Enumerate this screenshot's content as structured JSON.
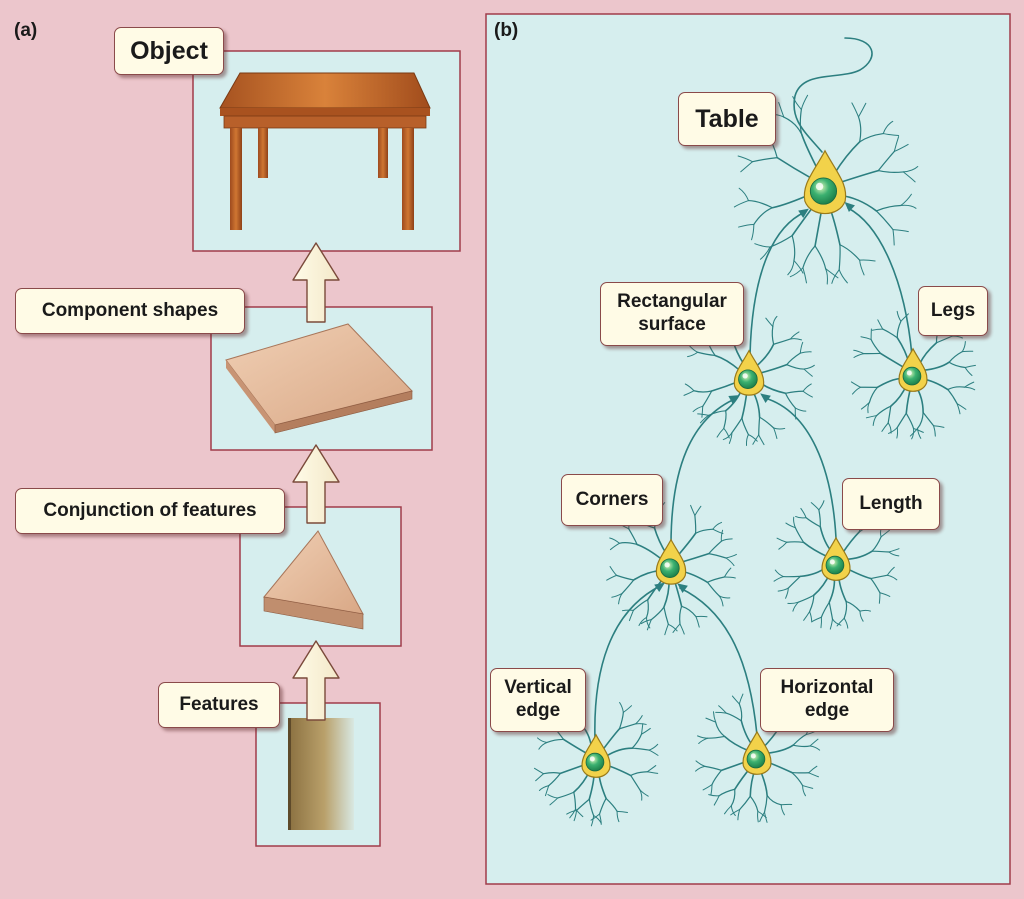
{
  "panels": {
    "a": "(a)",
    "b": "(b)"
  },
  "hierarchy": {
    "object": "Object",
    "component_shapes": "Component shapes",
    "conjunction": "Conjunction of features",
    "features": "Features"
  },
  "neurons": {
    "table": "Table",
    "rect_1": "Rectangular",
    "rect_2": "surface",
    "legs": "Legs",
    "corners": "Corners",
    "length": "Length",
    "vertical_1": "Vertical",
    "vertical_2": "edge",
    "horizontal_1": "Horizontal",
    "horizontal_2": "edge"
  },
  "colors": {
    "panel_a_bg": "#ecc6cc",
    "panel_b_bg": "#d6eeee",
    "box_bg": "#d6eeee",
    "frame": "#a03c4a",
    "neuron_stroke": "#2c7f80",
    "soma": "#f2d24a",
    "nucleus": "#3bb070",
    "label_bg": "#fffbe6"
  }
}
